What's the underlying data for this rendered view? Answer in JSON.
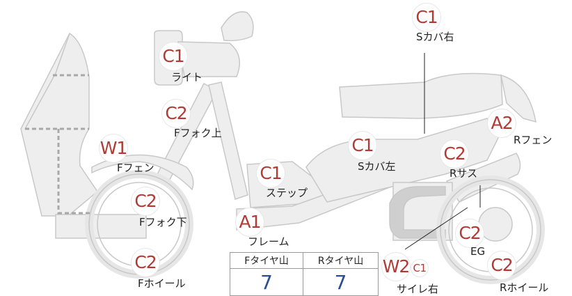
{
  "parts": [
    {
      "id": "light",
      "grade": "C1",
      "label": "ライト"
    },
    {
      "id": "ffork_upper",
      "grade": "C2",
      "label": "Fフォク上"
    },
    {
      "id": "ffender",
      "grade": "W1",
      "label": "Fフェン"
    },
    {
      "id": "ffork_lower",
      "grade": "C2",
      "label": "Fフォク下"
    },
    {
      "id": "fwheel",
      "grade": "C2",
      "label": "Fホイール"
    },
    {
      "id": "step",
      "grade": "C1",
      "label": "ステップ"
    },
    {
      "id": "frame",
      "grade": "A1",
      "label": "フレーム"
    },
    {
      "id": "scover_left",
      "grade": "C1",
      "label": "Sカバ左"
    },
    {
      "id": "scover_right",
      "grade": "C1",
      "label": "Sカバ右"
    },
    {
      "id": "rsus",
      "grade": "C2",
      "label": "Rサス"
    },
    {
      "id": "rfender",
      "grade": "A2",
      "label": "Rフェン"
    },
    {
      "id": "engine",
      "grade": "C2",
      "label": "EG"
    },
    {
      "id": "rwheel",
      "grade": "C2",
      "label": "Rホイール"
    },
    {
      "id": "muffler_right",
      "grade": "W2",
      "grade_extra": "C1",
      "label": "サイレ右"
    }
  ],
  "tread": {
    "headers": [
      "Fタイヤ山",
      "Rタイヤ山"
    ],
    "values": [
      "7",
      "7"
    ]
  }
}
